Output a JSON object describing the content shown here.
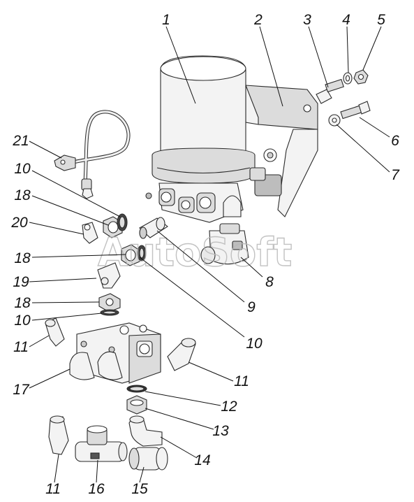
{
  "watermark": "AutoSoft",
  "callouts": [
    {
      "id": "c1",
      "text": "1"
    },
    {
      "id": "c2",
      "text": "2"
    },
    {
      "id": "c3",
      "text": "3"
    },
    {
      "id": "c4",
      "text": "4"
    },
    {
      "id": "c5",
      "text": "5"
    },
    {
      "id": "c6",
      "text": "6"
    },
    {
      "id": "c7",
      "text": "7"
    },
    {
      "id": "c8",
      "text": "8"
    },
    {
      "id": "c9",
      "text": "9"
    },
    {
      "id": "c10a",
      "text": "10"
    },
    {
      "id": "c10b",
      "text": "10"
    },
    {
      "id": "c10c",
      "text": "10"
    },
    {
      "id": "c11a",
      "text": "11"
    },
    {
      "id": "c11b",
      "text": "11"
    },
    {
      "id": "c11c",
      "text": "11"
    },
    {
      "id": "c12",
      "text": "12"
    },
    {
      "id": "c13",
      "text": "13"
    },
    {
      "id": "c14",
      "text": "14"
    },
    {
      "id": "c15",
      "text": "15"
    },
    {
      "id": "c16",
      "text": "16"
    },
    {
      "id": "c17",
      "text": "17"
    },
    {
      "id": "c18a",
      "text": "18"
    },
    {
      "id": "c18b",
      "text": "18"
    },
    {
      "id": "c18c",
      "text": "18"
    },
    {
      "id": "c19",
      "text": "19"
    },
    {
      "id": "c20",
      "text": "20"
    },
    {
      "id": "c21",
      "text": "21"
    }
  ]
}
